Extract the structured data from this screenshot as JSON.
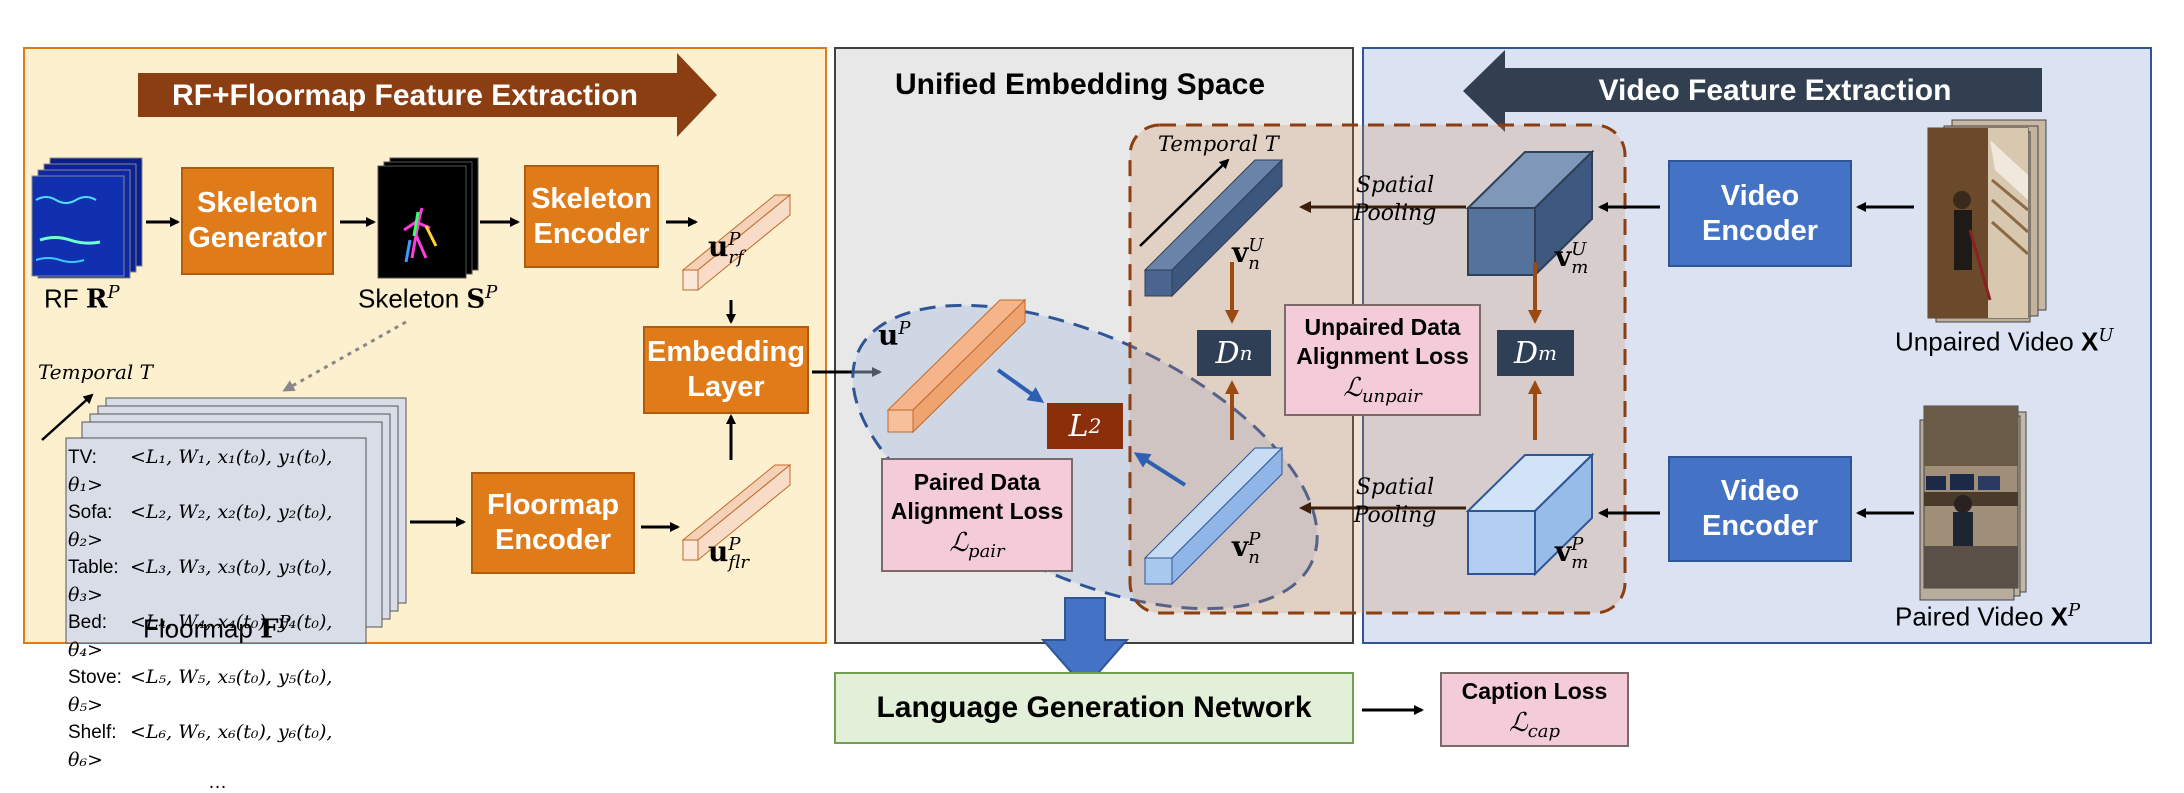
{
  "sections": {
    "rf": {
      "banner": "RF+Floormap Feature Extraction"
    },
    "unified": {
      "title": "Unified Embedding Space"
    },
    "video": {
      "banner": "Video Feature Extraction"
    }
  },
  "rf_inputs": {
    "rf_label": "RF",
    "rf_symbol": "R",
    "rf_sup": "P",
    "skeleton_label": "Skeleton",
    "skeleton_symbol": "S",
    "skeleton_sup": "P",
    "floormap_label": "Floormap",
    "floormap_symbol": "F",
    "floormap_sup": "P",
    "temporal": "Temporal T",
    "floormap_rows": [
      {
        "obj": "TV:",
        "tuple": "<L₁, W₁, x₁(t₀), y₁(t₀), θ₁>"
      },
      {
        "obj": "Sofa:",
        "tuple": "<L₂, W₂, x₂(t₀), y₂(t₀), θ₂>"
      },
      {
        "obj": "Table:",
        "tuple": "<L₃, W₃, x₃(t₀), y₃(t₀), θ₃>"
      },
      {
        "obj": "Bed:",
        "tuple": "<L₄, W₄, x₄(t₀), y₄(t₀), θ₄>"
      },
      {
        "obj": "Stove:",
        "tuple": "<L₅, W₅, x₅(t₀), y₅(t₀), θ₅>"
      },
      {
        "obj": "Shelf:",
        "tuple": "<L₆, W₆, x₆(t₀), y₆(t₀), θ₆>"
      }
    ],
    "ellipsis": "…"
  },
  "blocks": {
    "skeleton_generator": "Skeleton\nGenerator",
    "skeleton_encoder": "Skeleton\nEncoder",
    "floormap_encoder": "Floormap\nEncoder",
    "embedding_layer": "Embedding\nLayer",
    "video_encoder_top": "Video\nEncoder",
    "video_encoder_bottom": "Video\nEncoder",
    "language_network": "Language Generation Network"
  },
  "features": {
    "u_rf": {
      "base": "u",
      "sup": "P",
      "sub": "rf"
    },
    "u_flr": {
      "base": "u",
      "sup": "P",
      "sub": "flr"
    },
    "u_p": {
      "base": "u",
      "sup": "P"
    },
    "v_n_u": {
      "base": "v",
      "sup": "U",
      "sub": "n"
    },
    "v_n_p": {
      "base": "v",
      "sup": "P",
      "sub": "n"
    },
    "v_m_u": {
      "base": "v",
      "sup": "U",
      "sub": "m"
    },
    "v_m_p": {
      "base": "v",
      "sup": "P",
      "sub": "m"
    },
    "temporal": "Temporal T",
    "spatial_pooling": "Spatial\nPooling"
  },
  "discriminators": {
    "d_n": "Dn",
    "d_m": "Dm",
    "l2": "L2"
  },
  "losses": {
    "paired": {
      "title": "Paired Data\nAlignment Loss",
      "symbol": "ℒpair"
    },
    "unpaired": {
      "title": "Unpaired Data\nAlignment Loss",
      "symbol": "ℒunpair"
    },
    "caption": {
      "title": "Caption Loss",
      "symbol": "ℒcap"
    }
  },
  "videos": {
    "unpaired_label": "Unpaired Video",
    "unpaired_symbol": "X",
    "unpaired_sup": "U",
    "paired_label": "Paired Video",
    "paired_symbol": "X",
    "paired_sup": "P"
  },
  "colors": {
    "rf_panel": "#fdf0cf",
    "unified_panel": "#e8e8e8",
    "video_panel": "#dbe3f3",
    "orange_block": "#e07b1a",
    "blue_block": "#4472c4",
    "banner_brown": "#8b3e12",
    "banner_navy": "#323f50",
    "pink_loss": "#f4cbd8",
    "green_network": "#e2efd9"
  }
}
